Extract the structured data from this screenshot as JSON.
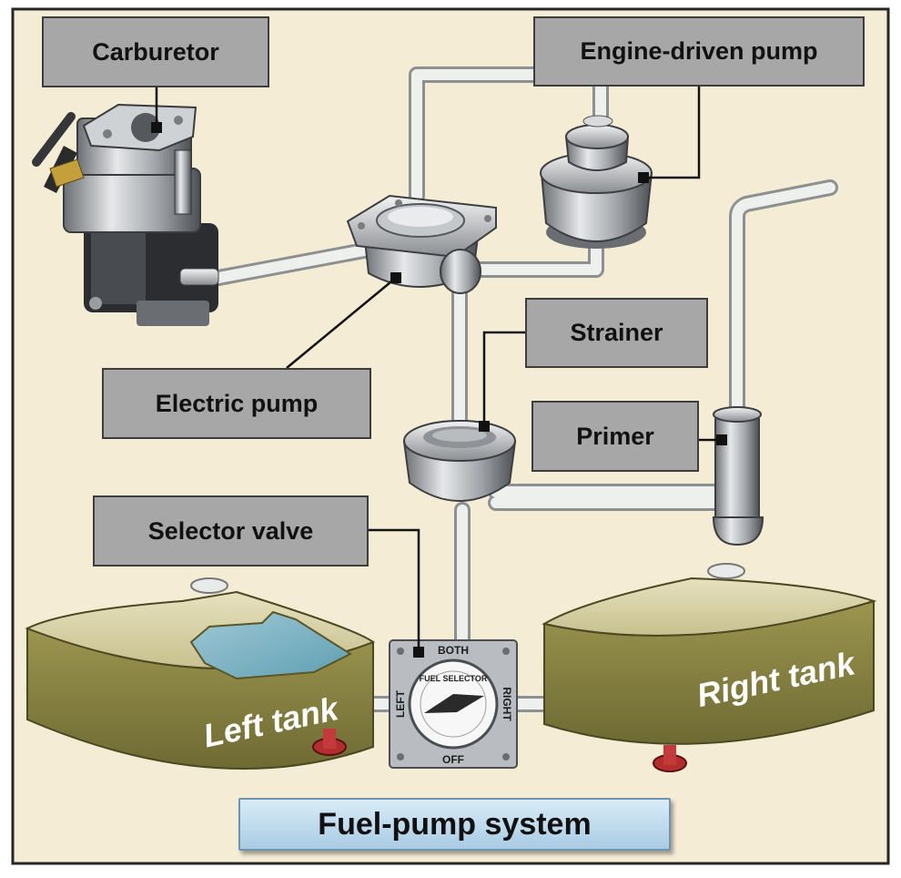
{
  "labels": {
    "carburetor": "Carburetor",
    "engine_driven_pump": "Engine-driven pump",
    "strainer": "Strainer",
    "electric_pump": "Electric pump",
    "primer": "Primer",
    "selector_valve": "Selector valve",
    "left_tank": "Left tank",
    "right_tank": "Right tank"
  },
  "selector_dial": {
    "both": "BOTH",
    "left": "LEFT",
    "right": "RIGHT",
    "off": "OFF",
    "ring_text": "FUEL SELECTOR"
  },
  "caption": "Fuel-pump system",
  "colors": {
    "background": "#f4ecd4",
    "label_box": "#a7a7a7",
    "tank": "#8e8848",
    "pipe": "#e4e6e4",
    "caption": "#c3dff0"
  }
}
